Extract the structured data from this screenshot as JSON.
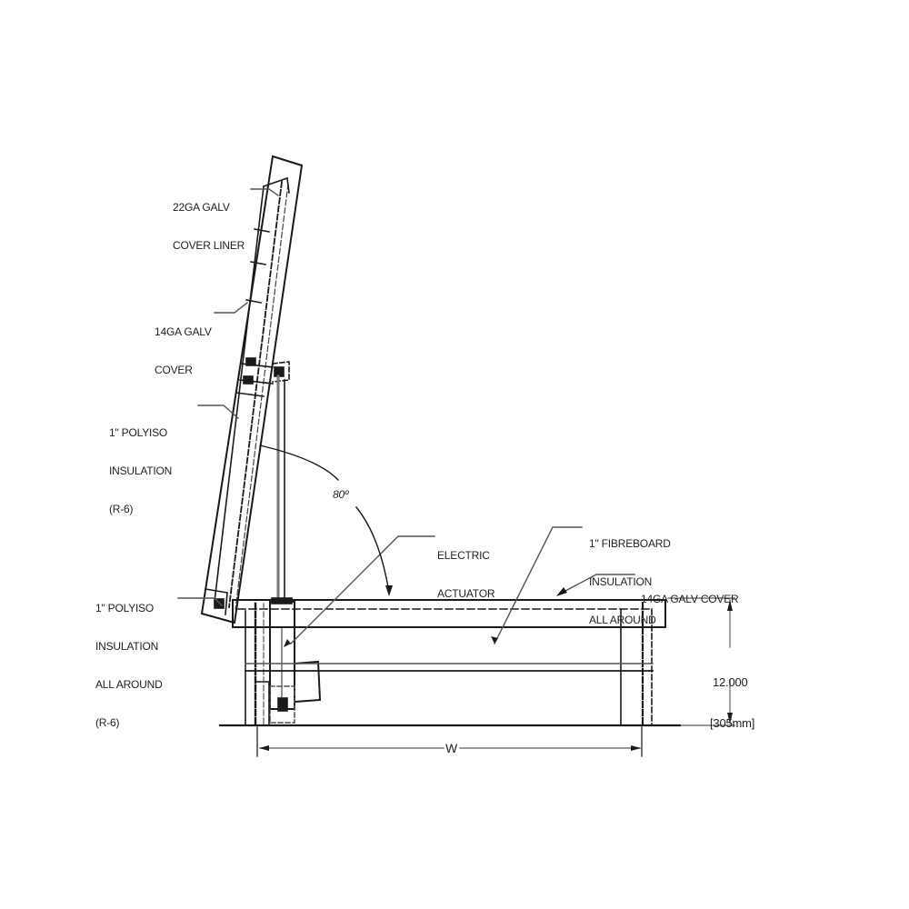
{
  "drawing": {
    "title": "Roof hatch section with electric actuator",
    "colors": {
      "line": "#1a1a1a",
      "hidden": "#444444",
      "leader": "#777777",
      "background": "#ffffff"
    }
  },
  "callouts": {
    "cover_liner": {
      "lines": [
        "22GA GALV",
        "COVER LINER"
      ]
    },
    "galv_cover_lid": {
      "lines": [
        "14GA GALV",
        "COVER"
      ]
    },
    "polyiso_lid": {
      "lines": [
        "1\" POLYISO",
        "INSULATION",
        "(R-6)"
      ]
    },
    "polyiso_curb": {
      "lines": [
        "1\" POLYISO",
        "INSULATION",
        "ALL AROUND",
        "(R-6)"
      ]
    },
    "actuator": {
      "lines": [
        "ELECTRIC",
        "ACTUATOR"
      ]
    },
    "fibreboard": {
      "lines": [
        "1\" FIBREBOARD",
        "INSULATION",
        "ALL AROUND"
      ]
    },
    "galv_cover_curb": {
      "lines": [
        "14GA GALV COVER"
      ]
    }
  },
  "dimensions": {
    "angle": "80º",
    "height_imperial": "12.000",
    "height_metric": "[305mm]",
    "width": "W"
  }
}
